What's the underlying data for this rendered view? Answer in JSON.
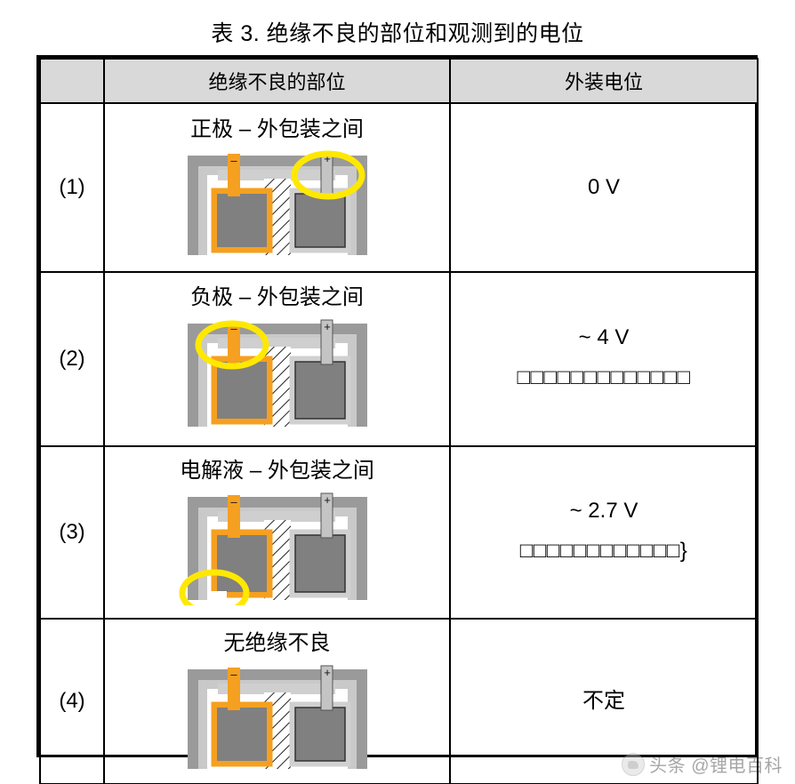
{
  "title": "表 3. 绝缘不良的部位和观测到的电位",
  "table": {
    "headers": {
      "index": "",
      "site": "绝缘不良的部位",
      "voltage": "外装电位"
    },
    "rows": [
      {
        "index": "(1)",
        "site_label": "正极 – 外包装之间",
        "voltage_main": "0 V",
        "voltage_sub": "",
        "highlight": "positive-tab"
      },
      {
        "index": "(2)",
        "site_label": "负极 – 外包装之间",
        "voltage_main": "~ 4 V",
        "voltage_sub": "□□□□□□□□□□□□□",
        "highlight": "negative-tab"
      },
      {
        "index": "(3)",
        "site_label": "电解液 – 外包装之间",
        "voltage_main": "~ 2.7 V",
        "voltage_sub": "□□□□□□□□□□□□}",
        "highlight": "electrolyte-leak"
      },
      {
        "index": "(4)",
        "site_label": "无绝缘不良",
        "voltage_main": "不定",
        "voltage_sub": "",
        "highlight": "none"
      }
    ]
  },
  "diagram": {
    "negative_terminal_symbol": "–",
    "positive_terminal_symbol": "+",
    "colors": {
      "case_outer": "#9a9a9a",
      "case_inner": "#c9c9c9",
      "electrode_fill": "#808080",
      "negative_orange": "#f5a020",
      "positive_gray": "#bfbfbf",
      "highlight_yellow": "#ffe800"
    }
  },
  "watermark": {
    "text": "头条 @锂电百科"
  }
}
